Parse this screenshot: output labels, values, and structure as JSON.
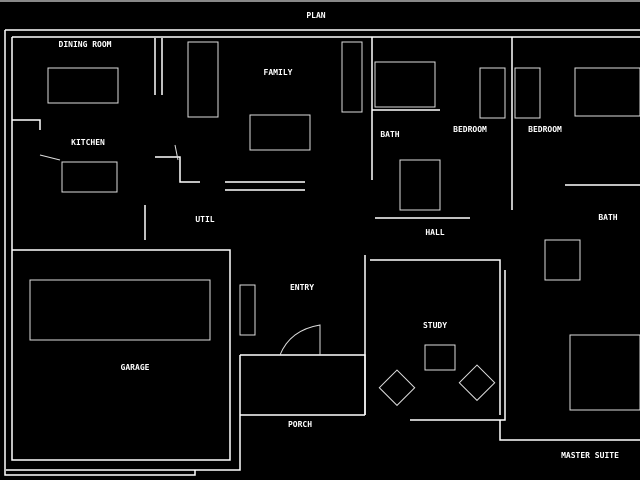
{
  "plan": {
    "title": "PLAN",
    "rooms": {
      "dining": "DINING ROOM",
      "family": "FAMILY",
      "kitchen": "KITCHEN",
      "bath1": "BATH",
      "bedroom1": "BEDROOM",
      "bedroom2": "BEDROOM",
      "util": "UTIL",
      "hall": "HALL",
      "bath2": "BATH",
      "garage": "GARAGE",
      "entry": "ENTRY",
      "porch": "PORCH",
      "study": "STUDY",
      "master": "MASTER SUITE"
    }
  },
  "colors": {
    "background": "#000000",
    "lines": "#ffffff"
  }
}
